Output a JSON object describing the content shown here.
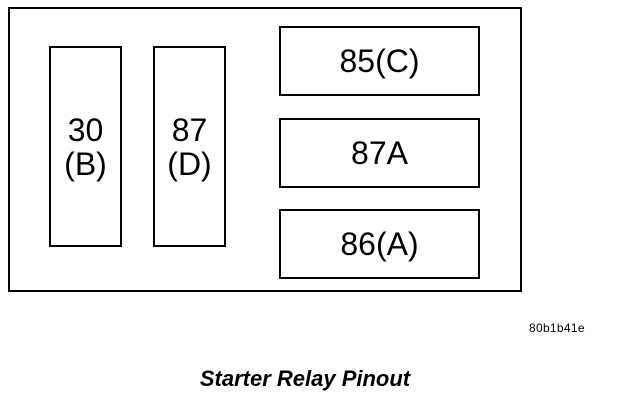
{
  "diagram": {
    "terminals": {
      "t30": {
        "number": "30",
        "letter": "(B)"
      },
      "t87": {
        "number": "87",
        "letter": "(D)"
      },
      "t85": {
        "label": "85(C)"
      },
      "t87a": {
        "label": "87A"
      },
      "t86": {
        "label": "86(A)"
      }
    },
    "figure_code": "80b1b41e",
    "caption": "Starter Relay Pinout"
  }
}
